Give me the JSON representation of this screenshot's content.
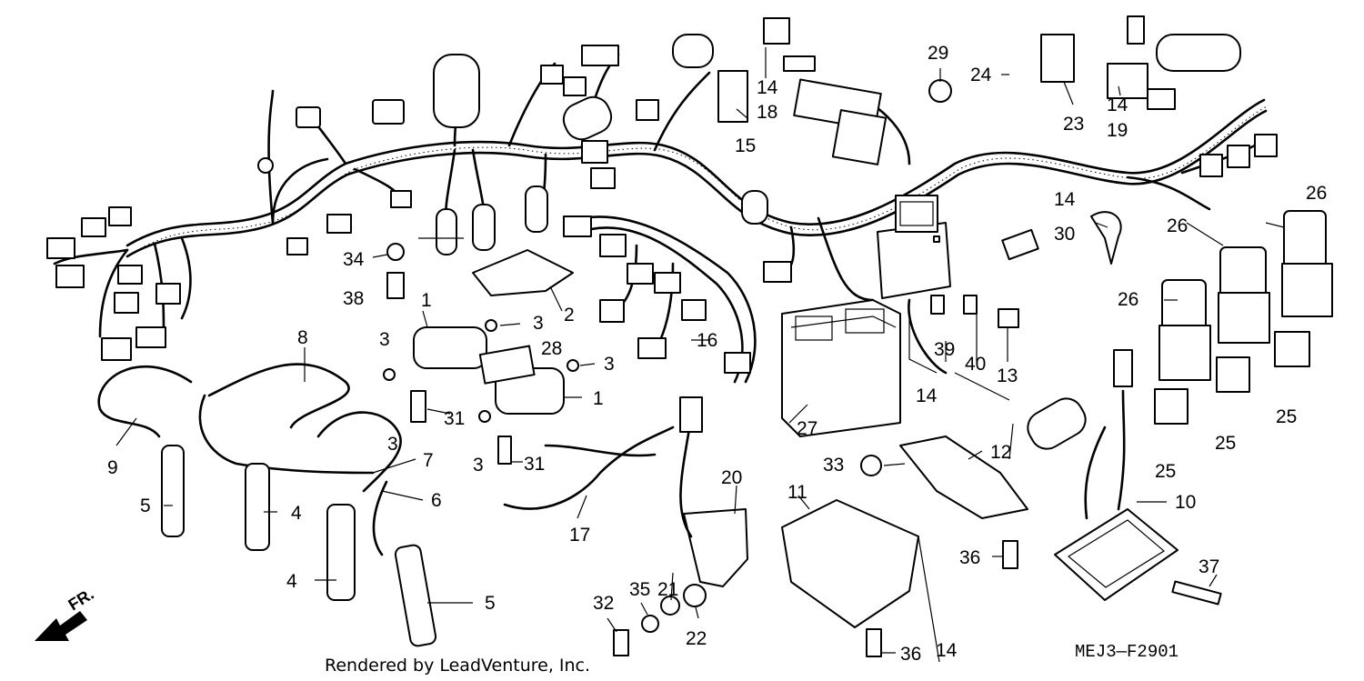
{
  "diagram": {
    "code": "MEJ3—F2901",
    "credit": "Rendered by LeadVenture, Inc.",
    "direction": "FR.",
    "callouts": [
      "1",
      "1",
      "2",
      "3",
      "3",
      "3",
      "3",
      "3",
      "4",
      "4",
      "5",
      "5",
      "6",
      "7",
      "8",
      "9",
      "10",
      "11",
      "12",
      "13",
      "14",
      "14",
      "14",
      "14",
      "14",
      "15",
      "16",
      "17",
      "18",
      "19",
      "20",
      "21",
      "22",
      "23",
      "24",
      "25",
      "25",
      "25",
      "25",
      "26",
      "26",
      "26",
      "27",
      "28",
      "29",
      "30",
      "31",
      "31",
      "32",
      "33",
      "34",
      "35",
      "36",
      "36",
      "37",
      "38",
      "39",
      "40"
    ]
  }
}
